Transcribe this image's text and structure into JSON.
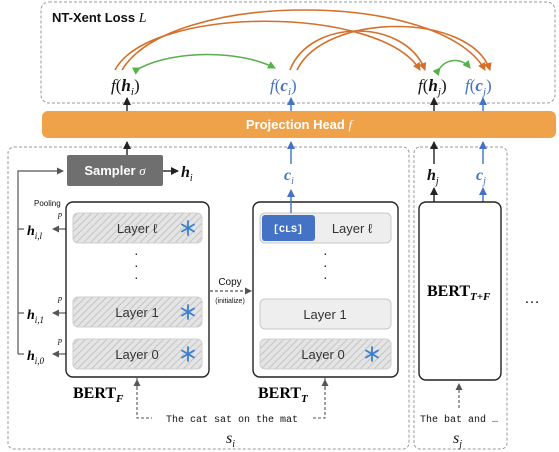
{
  "loss": {
    "title": "NT-Xent Loss",
    "symbol": "L"
  },
  "outputs": {
    "f_hi": {
      "f": "f",
      "open": "(",
      "var": "h",
      "sub": "i",
      "close": ")"
    },
    "f_ci": {
      "f": "f",
      "open": "(",
      "var": "c",
      "sub": "i",
      "close": ")"
    },
    "f_hj": {
      "f": "f",
      "open": "(",
      "var": "h",
      "sub": "j",
      "close": ")"
    },
    "f_cj": {
      "f": "f",
      "open": "(",
      "var": "c",
      "sub": "j",
      "close": ")"
    }
  },
  "projection": {
    "label": "Projection Head",
    "symbol": "f"
  },
  "sampler": {
    "label": "Sampler",
    "symbol": "σ"
  },
  "vectors": {
    "h": "h",
    "c": "c",
    "i": "i",
    "j": "j",
    "hi1_sub": "i,l",
    "hi1b_sub": "i,1",
    "hi0_sub": "i,0",
    "p": "p"
  },
  "pooling": "Pooling",
  "layers": {
    "layer_l": "Layer ℓ",
    "layer_1": "Layer 1",
    "layer_0": "Layer 0",
    "cls": "[CLS]",
    "dots": "·"
  },
  "copy": {
    "label": "Copy",
    "sub": "(initialize)"
  },
  "models": {
    "bert_f": {
      "name": "BERT",
      "sub": "F"
    },
    "bert_t": {
      "name": "BERT",
      "sub": "T"
    },
    "bert_tf": {
      "name": "BERT",
      "sub": "T+F"
    }
  },
  "inputs": {
    "sentence_i": "The cat sat on the mat",
    "sentence_j": "The bat and …",
    "s_i": {
      "var": "s",
      "sub": "i"
    },
    "s_j": {
      "var": "s",
      "sub": "j"
    },
    "ellipsis": "…"
  },
  "colors": {
    "orange": "#f0a24a",
    "orange_arc": "#d4702a",
    "green_arc": "#58b04a",
    "blue": "#4472c4",
    "gray_box": "#6f6f6f",
    "snowflake": "#3b7fd0"
  }
}
